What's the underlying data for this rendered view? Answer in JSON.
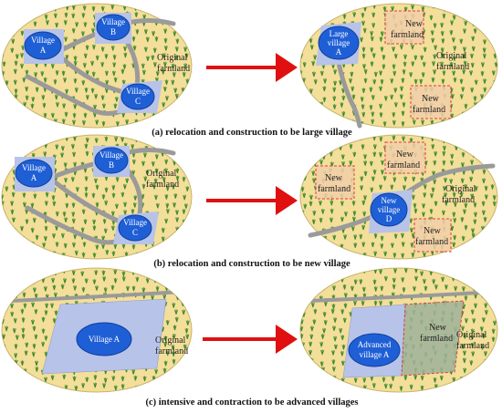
{
  "colors": {
    "field": "#f3de9a",
    "field_edge": "#c9b46a",
    "village_block": "#b7c3e8",
    "village_ellipse": "#1f5fd6",
    "village_ellipse_edge": "#0f3e9a",
    "road": "#9a9a9a",
    "new_farm_fill": "#f2cfa9",
    "new_farm_edge": "#d94040",
    "arrow": "#e01010",
    "tree": "#3f8a2e"
  },
  "rows": [
    {
      "caption": "(a) relocation and construction to be large village",
      "left": {
        "villages": [
          {
            "line1": "Village",
            "line2": "A"
          },
          {
            "line1": "Village",
            "line2": "B"
          },
          {
            "line1": "Village",
            "line2": "C"
          }
        ],
        "farmland": {
          "line1": "Original",
          "line2": "farmland"
        }
      },
      "right": {
        "village": {
          "line1": "Large",
          "line2": "village",
          "line3": "A"
        },
        "farmland": {
          "line1": "Original",
          "line2": "farmland"
        },
        "new_farms": [
          {
            "line1": "New",
            "line2": "farmland"
          },
          {
            "line1": "New",
            "line2": "farmland"
          }
        ]
      }
    },
    {
      "caption": "(b) relocation and construction to be new village",
      "left": {
        "villages": [
          {
            "line1": "Village",
            "line2": "A"
          },
          {
            "line1": "Village",
            "line2": "B"
          },
          {
            "line1": "Village",
            "line2": "C"
          }
        ],
        "farmland": {
          "line1": "Original",
          "line2": "farmland"
        }
      },
      "right": {
        "village": {
          "line1": "New",
          "line2": "village",
          "line3": "D"
        },
        "farmland": {
          "line1": "Original",
          "line2": "farmland"
        },
        "new_farms": [
          {
            "line1": "New",
            "line2": "farmland"
          },
          {
            "line1": "New",
            "line2": "farmland"
          },
          {
            "line1": "New",
            "line2": "farmland"
          }
        ]
      }
    },
    {
      "caption": "(c) intensive and contraction to be advanced villages",
      "left": {
        "village": {
          "line1": "Village  A"
        },
        "farmland": {
          "line1": "Original",
          "line2": "farmland"
        }
      },
      "right": {
        "village": {
          "line1": "Advanced",
          "line2": "village A"
        },
        "farmland": {
          "line1": "Original",
          "line2": "farmland"
        },
        "new_farm": {
          "line1": "New",
          "line2": "farmland"
        }
      }
    }
  ]
}
